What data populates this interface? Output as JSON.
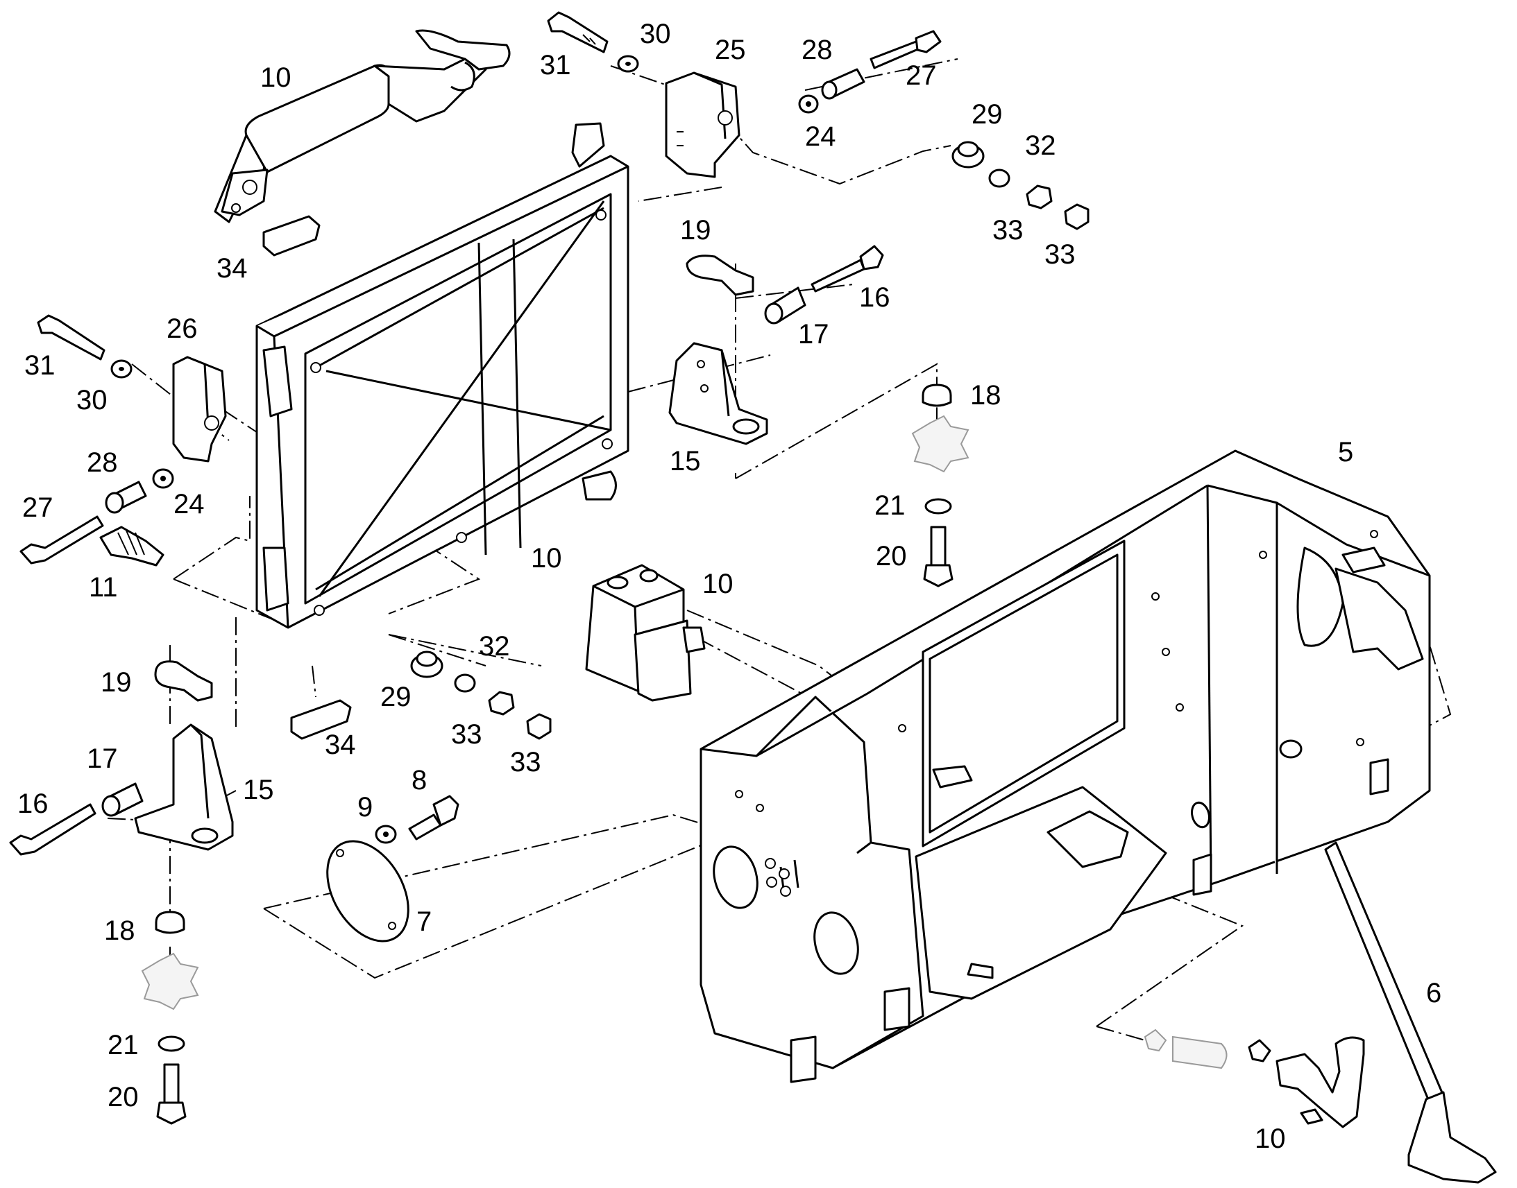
{
  "callouts": [
    {
      "id": "c10a",
      "text": "10"
    },
    {
      "id": "c34a",
      "text": "34"
    },
    {
      "id": "c31a",
      "text": "31"
    },
    {
      "id": "c30a",
      "text": "30"
    },
    {
      "id": "c25",
      "text": "25"
    },
    {
      "id": "c28a",
      "text": "28"
    },
    {
      "id": "c27a",
      "text": "27"
    },
    {
      "id": "c24a",
      "text": "24"
    },
    {
      "id": "c29a",
      "text": "29"
    },
    {
      "id": "c32a",
      "text": "32"
    },
    {
      "id": "c33a",
      "text": "33"
    },
    {
      "id": "c33b",
      "text": "33"
    },
    {
      "id": "c19a",
      "text": "19"
    },
    {
      "id": "c16a",
      "text": "16"
    },
    {
      "id": "c17a",
      "text": "17"
    },
    {
      "id": "c15a",
      "text": "15"
    },
    {
      "id": "c18a",
      "text": "18"
    },
    {
      "id": "c21a",
      "text": "21"
    },
    {
      "id": "c20a",
      "text": "20"
    },
    {
      "id": "c5",
      "text": "5"
    },
    {
      "id": "c26",
      "text": "26"
    },
    {
      "id": "c31b",
      "text": "31"
    },
    {
      "id": "c30b",
      "text": "30"
    },
    {
      "id": "c28b",
      "text": "28"
    },
    {
      "id": "c24b",
      "text": "24"
    },
    {
      "id": "c27b",
      "text": "27"
    },
    {
      "id": "c11",
      "text": "11"
    },
    {
      "id": "c10b",
      "text": "10"
    },
    {
      "id": "c10c",
      "text": "10"
    },
    {
      "id": "c32b",
      "text": "32"
    },
    {
      "id": "c29b",
      "text": "29"
    },
    {
      "id": "c33c",
      "text": "33"
    },
    {
      "id": "c33d",
      "text": "33"
    },
    {
      "id": "c34b",
      "text": "34"
    },
    {
      "id": "c19b",
      "text": "19"
    },
    {
      "id": "c17b",
      "text": "17"
    },
    {
      "id": "c16b",
      "text": "16"
    },
    {
      "id": "c15b",
      "text": "15"
    },
    {
      "id": "c8",
      "text": "8"
    },
    {
      "id": "c9",
      "text": "9"
    },
    {
      "id": "c7",
      "text": "7"
    },
    {
      "id": "c18b",
      "text": "18"
    },
    {
      "id": "c21b",
      "text": "21"
    },
    {
      "id": "c20b",
      "text": "20"
    },
    {
      "id": "c6",
      "text": "6"
    },
    {
      "id": "c10d",
      "text": "10"
    }
  ]
}
